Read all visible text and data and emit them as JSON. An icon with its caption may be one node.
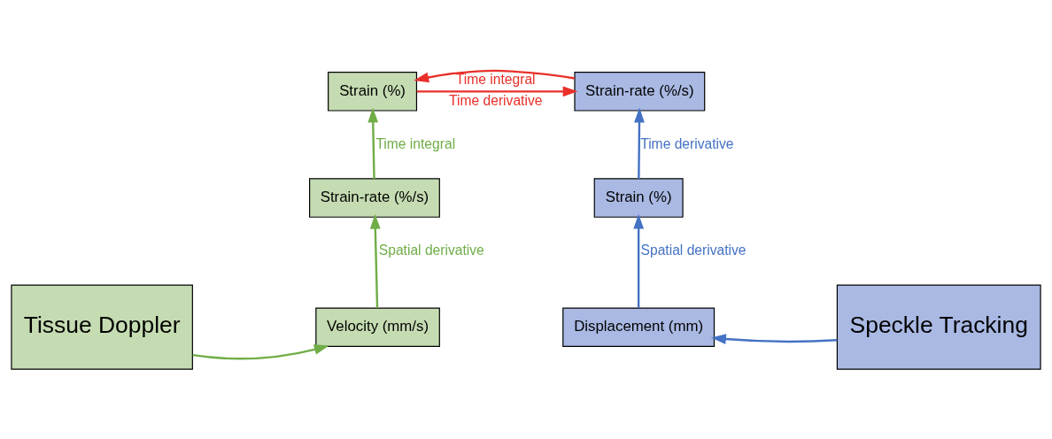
{
  "diagram": {
    "nodes": [
      {
        "text": [
          "Strain (%)"
        ]
      },
      {
        "text": [
          "Strain-rate (%/s)"
        ]
      },
      {
        "text": [
          "Strain-rate (%/s)"
        ]
      },
      {
        "text": [
          "Strain (%)"
        ]
      },
      {
        "text": [
          "Tissue Doppler"
        ]
      },
      {
        "text": [
          "Velocity (mm/s)"
        ]
      },
      {
        "text": [
          "Displacement (mm)"
        ]
      },
      {
        "text": [
          "Speckle Tracking"
        ]
      }
    ],
    "edges": [
      {
        "from": 0,
        "to": 1,
        "arrow": "to",
        "label": "Time derivative",
        "color": "#e8302a"
      },
      {
        "from": 1,
        "to": 0,
        "arrow": "to",
        "label": "Time integral",
        "color": "#e8302a"
      },
      {
        "from": 2,
        "to": 0,
        "arrow": "to",
        "label": "Time integral",
        "color": "#70ad47"
      },
      {
        "from": 3,
        "to": 1,
        "arrow": "to",
        "label": "Time derivative",
        "color": "#4472c4"
      },
      {
        "from": 5,
        "to": 2,
        "arrow": "to",
        "label": "Spatial derivative",
        "color": "#70ad47"
      },
      {
        "from": 6,
        "to": 3,
        "arrow": "to",
        "label": "Spatial derivative",
        "color": "#4472c4"
      },
      {
        "from": 4,
        "to": 5,
        "arrow": "to",
        "color": "#70ad47"
      },
      {
        "from": 7,
        "to": 6,
        "arrow": "to",
        "color": "#4472c4"
      }
    ]
  }
}
